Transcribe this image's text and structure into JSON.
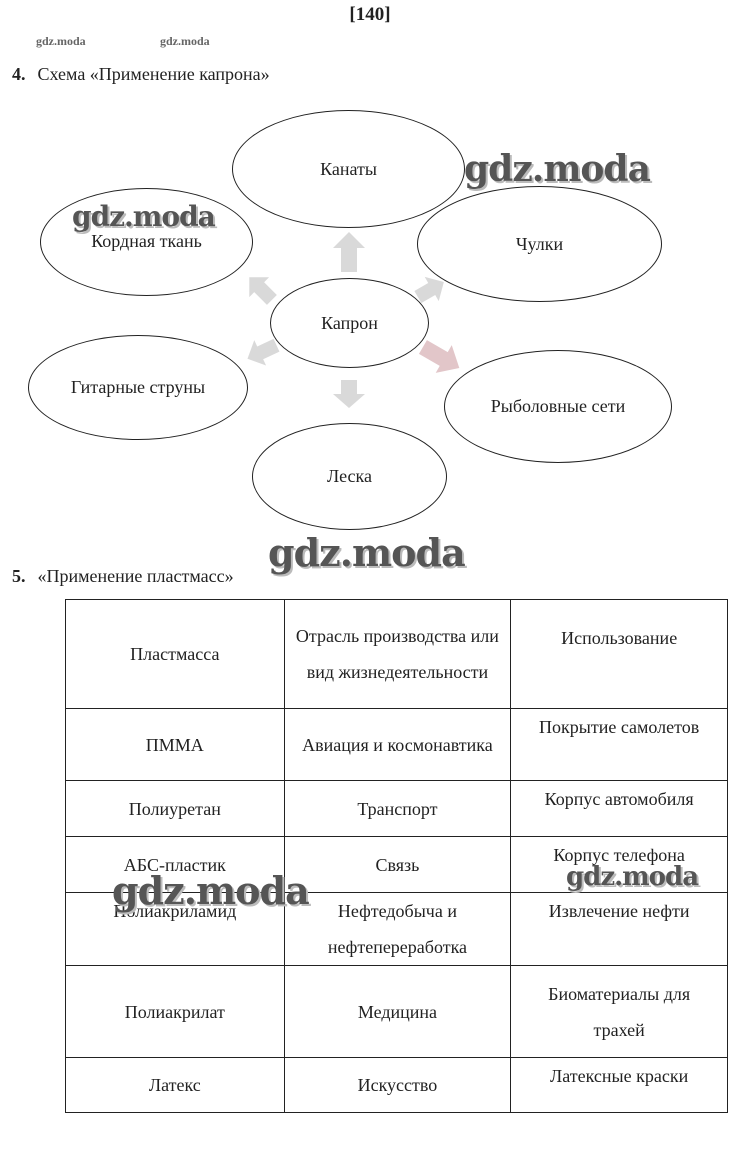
{
  "page_number": "[140]",
  "watermarks": {
    "small1": "gdz.moda",
    "small2": "gdz.moda",
    "large": "gdz.moda"
  },
  "task4": {
    "number": "4.",
    "title": "Схема «Применение капрона»",
    "center": "Капрон",
    "nodes": [
      "Канаты",
      "Кордная ткань",
      "Чулки",
      "Гитарные струны",
      "Рыболовные сети",
      "Леска"
    ]
  },
  "task5": {
    "number": "5.",
    "title": "«Применение пластмасс»",
    "headers": [
      "Пластмасса",
      "Отрасль производства или вид жизнедеятельности",
      "Использование"
    ],
    "rows": [
      [
        "ПММА",
        "Авиация и космонавтика",
        "Покрытие самолетов"
      ],
      [
        "Полиуретан",
        "Транспорт",
        "Корпус автомобиля"
      ],
      [
        "АБС-пластик",
        "Связь",
        "Корпус телефона"
      ],
      [
        "Полиакриламид",
        "Нефтедобыча и нефтепереработка",
        "Извлечение нефти"
      ],
      [
        "Полиакрилат",
        "Медицина",
        "Биоматериалы для трахей"
      ],
      [
        "Латекс",
        "Искусство",
        "Латексные краски"
      ]
    ]
  }
}
